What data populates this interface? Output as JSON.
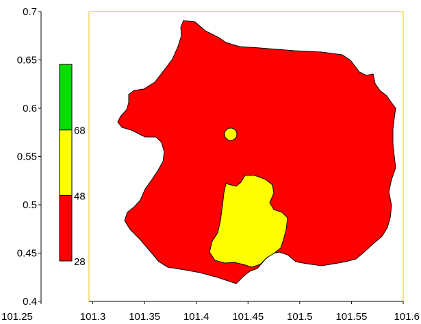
{
  "map": {
    "x_axis": {
      "min": 101.25,
      "max": 101.6,
      "ticks": [
        101.25,
        101.3,
        101.35,
        101.4,
        101.45,
        101.5,
        101.55,
        101.6
      ],
      "tick_labels": [
        "101.25",
        "101.3",
        "101.35",
        "101.4",
        "101.45",
        "101.5",
        "101.55",
        "101.6"
      ]
    },
    "y_axis": {
      "min": 0.4,
      "max": 0.7,
      "ticks": [
        0.4,
        0.45,
        0.5,
        0.55,
        0.6,
        0.65,
        0.7
      ],
      "tick_labels": [
        "0.4",
        "0.45",
        "0.5",
        "0.55",
        "0.6",
        "0.65",
        "0.7"
      ]
    },
    "colorbar": {
      "classes": [
        {
          "from": 28,
          "to": 48,
          "color": "#ff0000"
        },
        {
          "from": 48,
          "to": 68,
          "color": "#ffff00"
        },
        {
          "from": 68,
          "to": null,
          "color": "#00e000"
        }
      ],
      "labels": [
        "28",
        "48",
        "68"
      ]
    },
    "colors": {
      "region_fill": "#ff0000",
      "zone_fill": "#ffff00",
      "frame": "#e6c800",
      "outline": "#000000"
    }
  }
}
